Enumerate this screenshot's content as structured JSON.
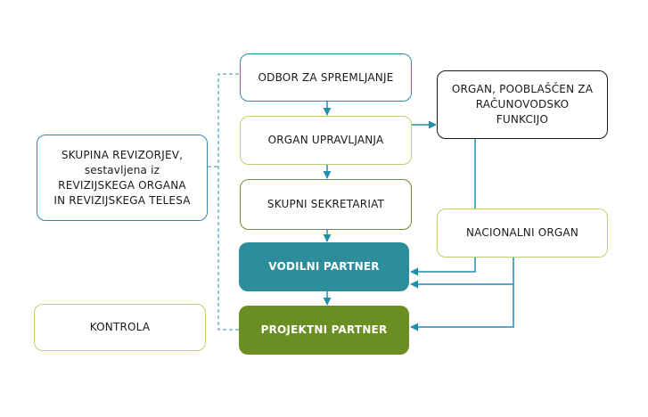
{
  "nodes": {
    "odbor": "ODBOR ZA SPREMLJANJE",
    "organ_upravljanja": "ORGAN UPRAVLJANJA",
    "skupni_sekretariat": "SKUPNI SEKRETARIAT",
    "vodilni_partner": "VODILNI PARTNER",
    "projektni_partner": "PROJEKTNI PARTNER",
    "organ_racunovodski": {
      "line1": "ORGAN, POOBLAŠČEN ZA",
      "line2": "RAČUNOVODSKO",
      "line3": "FUNKCIJO"
    },
    "nacionalni_organ": "NACIONALNI ORGAN",
    "skupina_revizorjev": {
      "line1": "SKUPINA REVIZORJEV,",
      "line2": "sestavljena iz",
      "line3": "REVIZIJSKEGA ORGANA",
      "line4": "IN REVIZIJSKEGA TELESA"
    },
    "kontrola": "KONTROLA"
  },
  "colors": {
    "teal": "#2e8d9a",
    "green": "#6b8e23",
    "light_green_border": "#b9d36e",
    "arrow": "#1f8fae"
  }
}
